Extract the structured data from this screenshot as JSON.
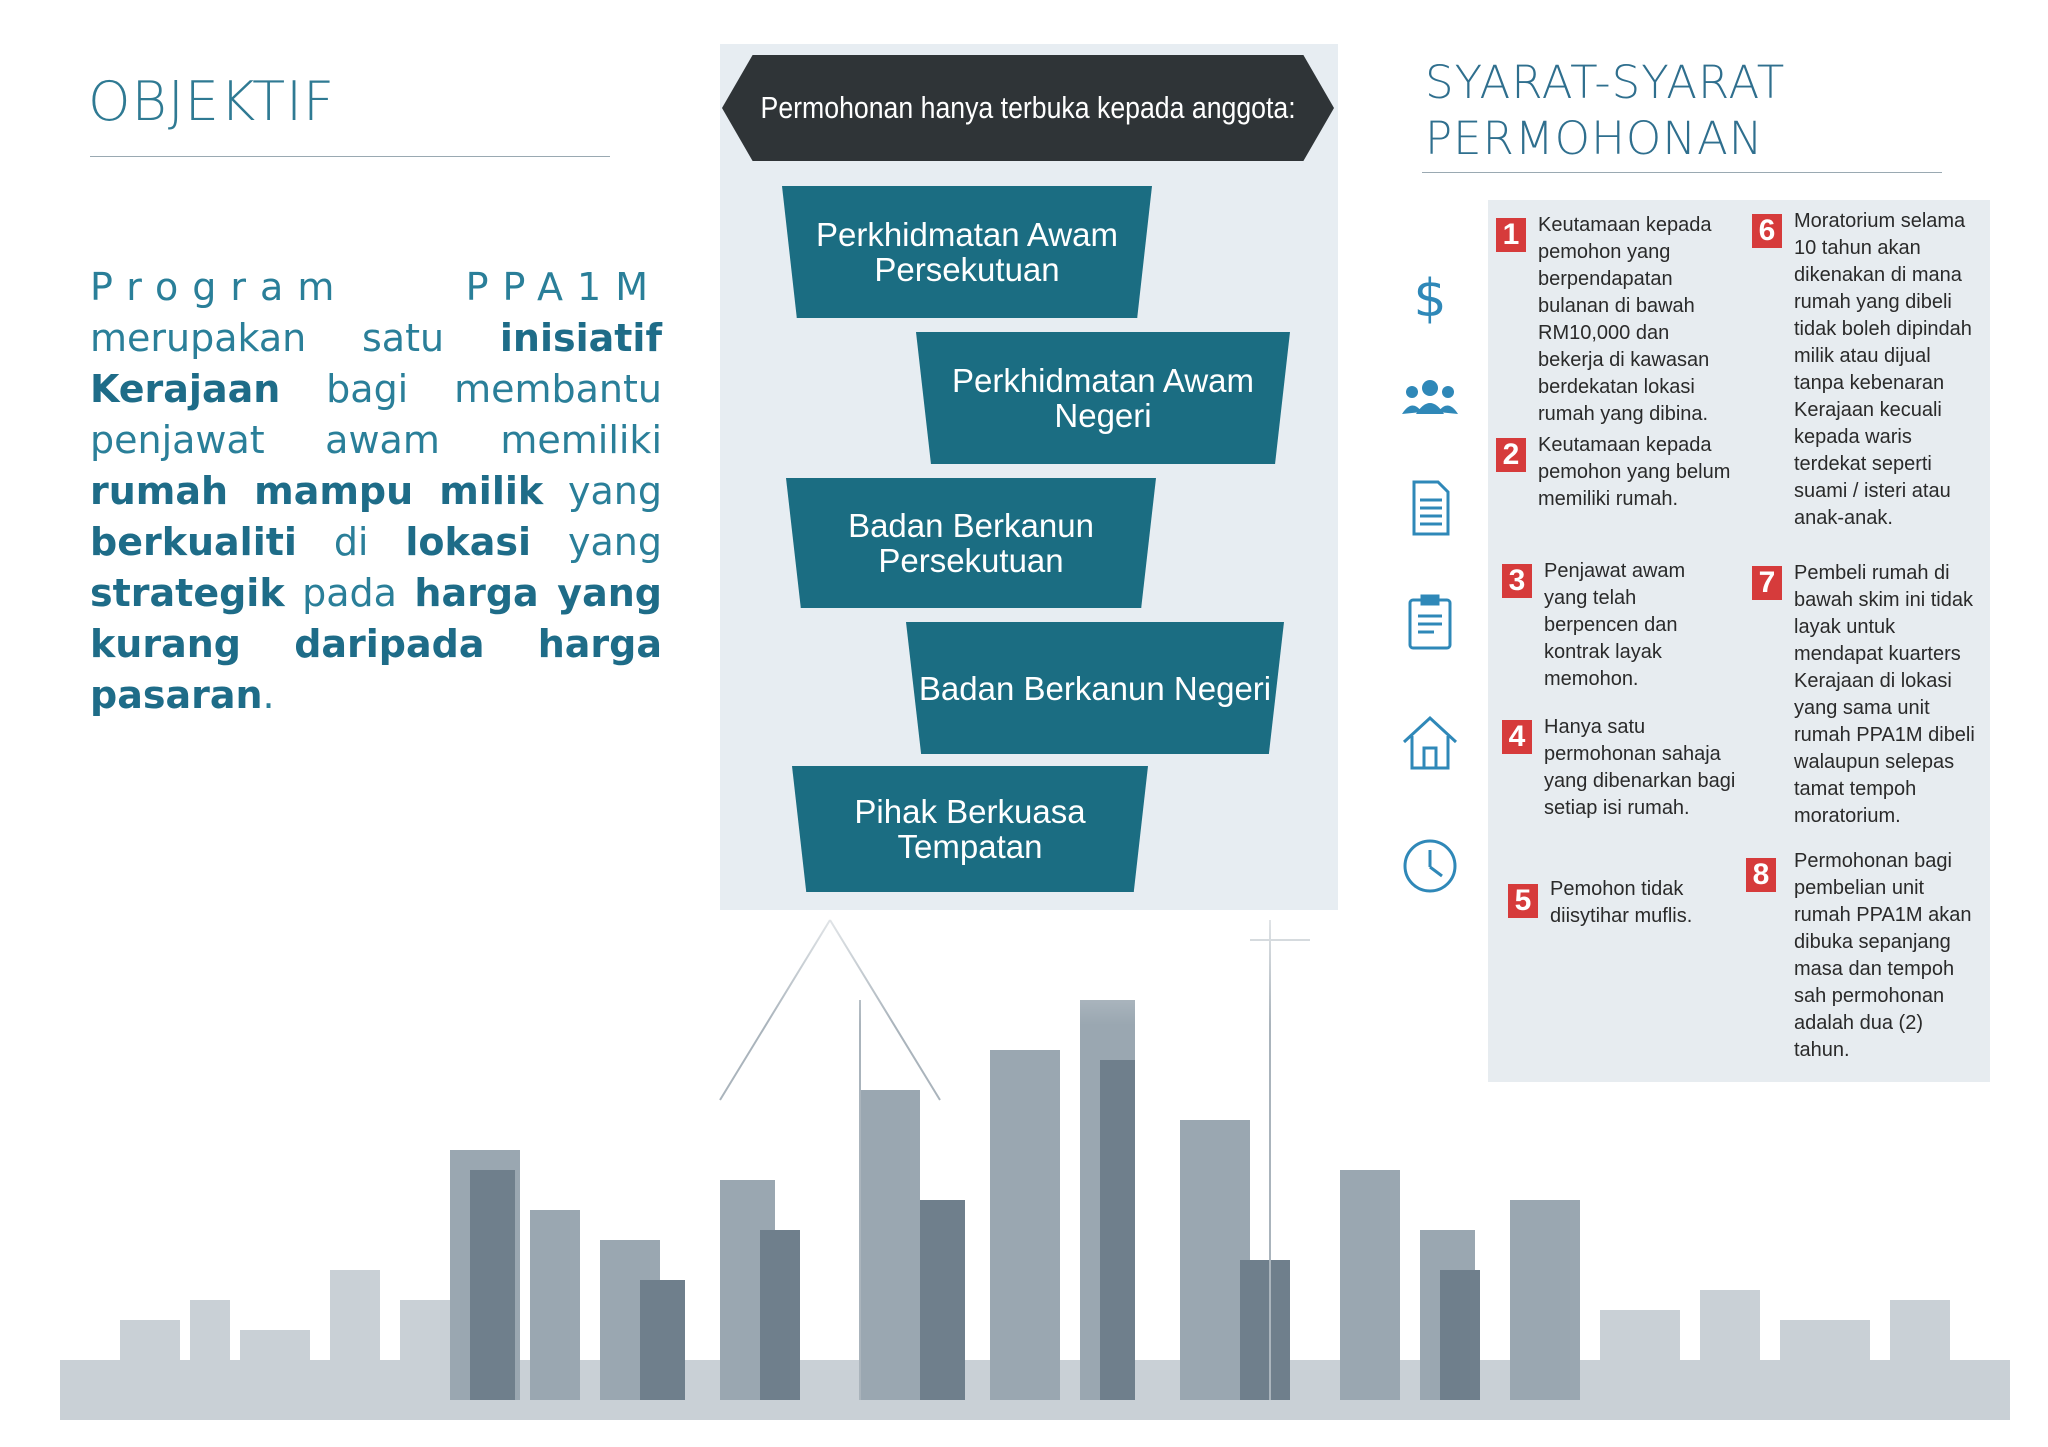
{
  "objective": {
    "title": "OBJEKTIF",
    "text_program": "Program",
    "text_ppa1m": "PPA1M",
    "text_1": "merupakan satu",
    "bold_1": "inisiatif Kerajaan",
    "text_2": "bagi membantu penjawat awam memiliki",
    "bold_2": "rumah mampu milik",
    "text_3": "yang",
    "bold_3": "berkualiti",
    "text_4": "di",
    "bold_4": "lokasi",
    "text_5": "yang",
    "bold_5": "strategik",
    "text_6": "pada",
    "bold_6": "harga yang kurang daripada harga pasaran",
    "text_7": "."
  },
  "eligibility": {
    "header": "Permohonan hanya terbuka kepada anggota:",
    "items": [
      "Perkhidmatan Awam Persekutuan",
      "Perkhidmatan Awam Negeri",
      "Badan Berkanun Persekutuan",
      "Badan Berkanun Negeri",
      "Pihak Berkuasa Tempatan"
    ]
  },
  "requirements": {
    "title_line1": "SYARAT-SYARAT",
    "title_line2": "PERMOHONAN",
    "side_icons": [
      "dollar-icon",
      "people-icon",
      "document-icon",
      "clipboard-icon",
      "house-icon",
      "clock-icon"
    ],
    "accent_color": "#d63b3b",
    "items": [
      {
        "num": "1",
        "text": "Keutamaan kepada pemohon yang berpendapatan bulanan di bawah RM10,000 dan bekerja di kawasan berdekatan lokasi rumah yang dibina."
      },
      {
        "num": "2",
        "text": "Keutamaan kepada pemohon yang belum memiliki rumah."
      },
      {
        "num": "3",
        "text": "Penjawat awam yang telah berpencen dan kontrak layak memohon."
      },
      {
        "num": "4",
        "text": "Hanya satu permohonan sahaja yang dibenarkan bagi setiap isi rumah."
      },
      {
        "num": "5",
        "text": "Pemohon tidak diisytihar muflis."
      },
      {
        "num": "6",
        "text": "Moratorium selama 10 tahun akan dikenakan di mana rumah yang dibeli tidak boleh dipindah milik atau dijual tanpa kebenaran Kerajaan kecuali kepada waris terdekat seperti suami / isteri atau anak-anak."
      },
      {
        "num": "7",
        "text": "Pembeli rumah di bawah skim ini tidak layak untuk mendapat kuarters Kerajaan di lokasi yang sama unit rumah PPA1M dibeli walaupun selepas tamat tempoh moratorium."
      },
      {
        "num": "8",
        "text": "Permohonan bagi pembelian unit rumah PPA1M akan dibuka sepanjang masa dan tempoh sah permohonan adalah dua (2) tahun."
      }
    ]
  }
}
